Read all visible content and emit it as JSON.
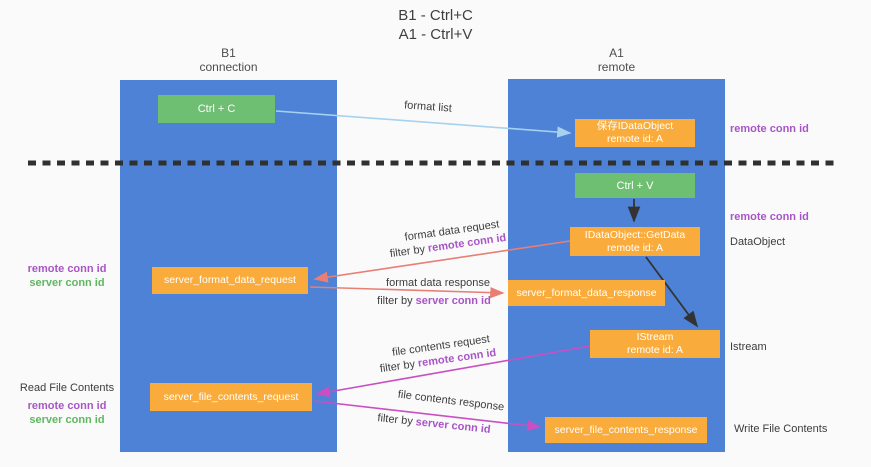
{
  "title": {
    "line1": "B1 - Ctrl+C",
    "line2": "A1 - Ctrl+V"
  },
  "lanes": {
    "b1": {
      "title": "B1",
      "subtitle": "connection"
    },
    "a1": {
      "title": "A1",
      "subtitle": "remote"
    }
  },
  "boxes": {
    "ctrl_c": {
      "label": "Ctrl + C"
    },
    "ctrl_v": {
      "label": "Ctrl + V"
    },
    "save_idataobject": {
      "line1": "保存IDataObject",
      "line2": "remote id: A"
    },
    "idataobject_getdata": {
      "line1": "IDataObject::GetData",
      "line2": "remote id: A"
    },
    "istream": {
      "line1": "IStream",
      "line2": "remote id: A"
    },
    "server_format_data_request": {
      "label": "server_format_data_request"
    },
    "server_format_data_response": {
      "label": "server_format_data_response"
    },
    "server_file_contents_request": {
      "label": "server_file_contents_request"
    },
    "server_file_contents_response": {
      "label": "server_file_contents_response"
    }
  },
  "arrow_labels": {
    "format_list": "format list",
    "format_data_request": "format data request",
    "format_data_response": "format data response",
    "file_contents_request": "file contents request",
    "file_contents_response": "file contents response",
    "filter_by": "filter by",
    "remote_conn_id": "remote conn id",
    "server_conn_id": "server conn id"
  },
  "left_labels": {
    "group1": {
      "remote": "remote conn id",
      "server": "server conn id"
    },
    "group2": {
      "title": "Read File Contents",
      "remote": "remote conn id",
      "server": "server conn id"
    }
  },
  "right_labels": {
    "remote_top": "remote conn id",
    "remote_mid": "remote conn id",
    "dataobject": "DataObject",
    "istream": "Istream",
    "write_file_contents": "Write File Contents"
  },
  "colors": {
    "column_blue": "#4d82d6",
    "box_green": "#6fbf72",
    "box_orange": "#f9ac3b",
    "label_purple": "#a855c6",
    "label_green": "#5eb85e",
    "arrow_salmon": "#e87e74",
    "arrow_magenta": "#c94fc3",
    "arrow_lightblue": "#a6d2f0",
    "arrow_black": "#333333",
    "dashed_line": "#303030"
  }
}
